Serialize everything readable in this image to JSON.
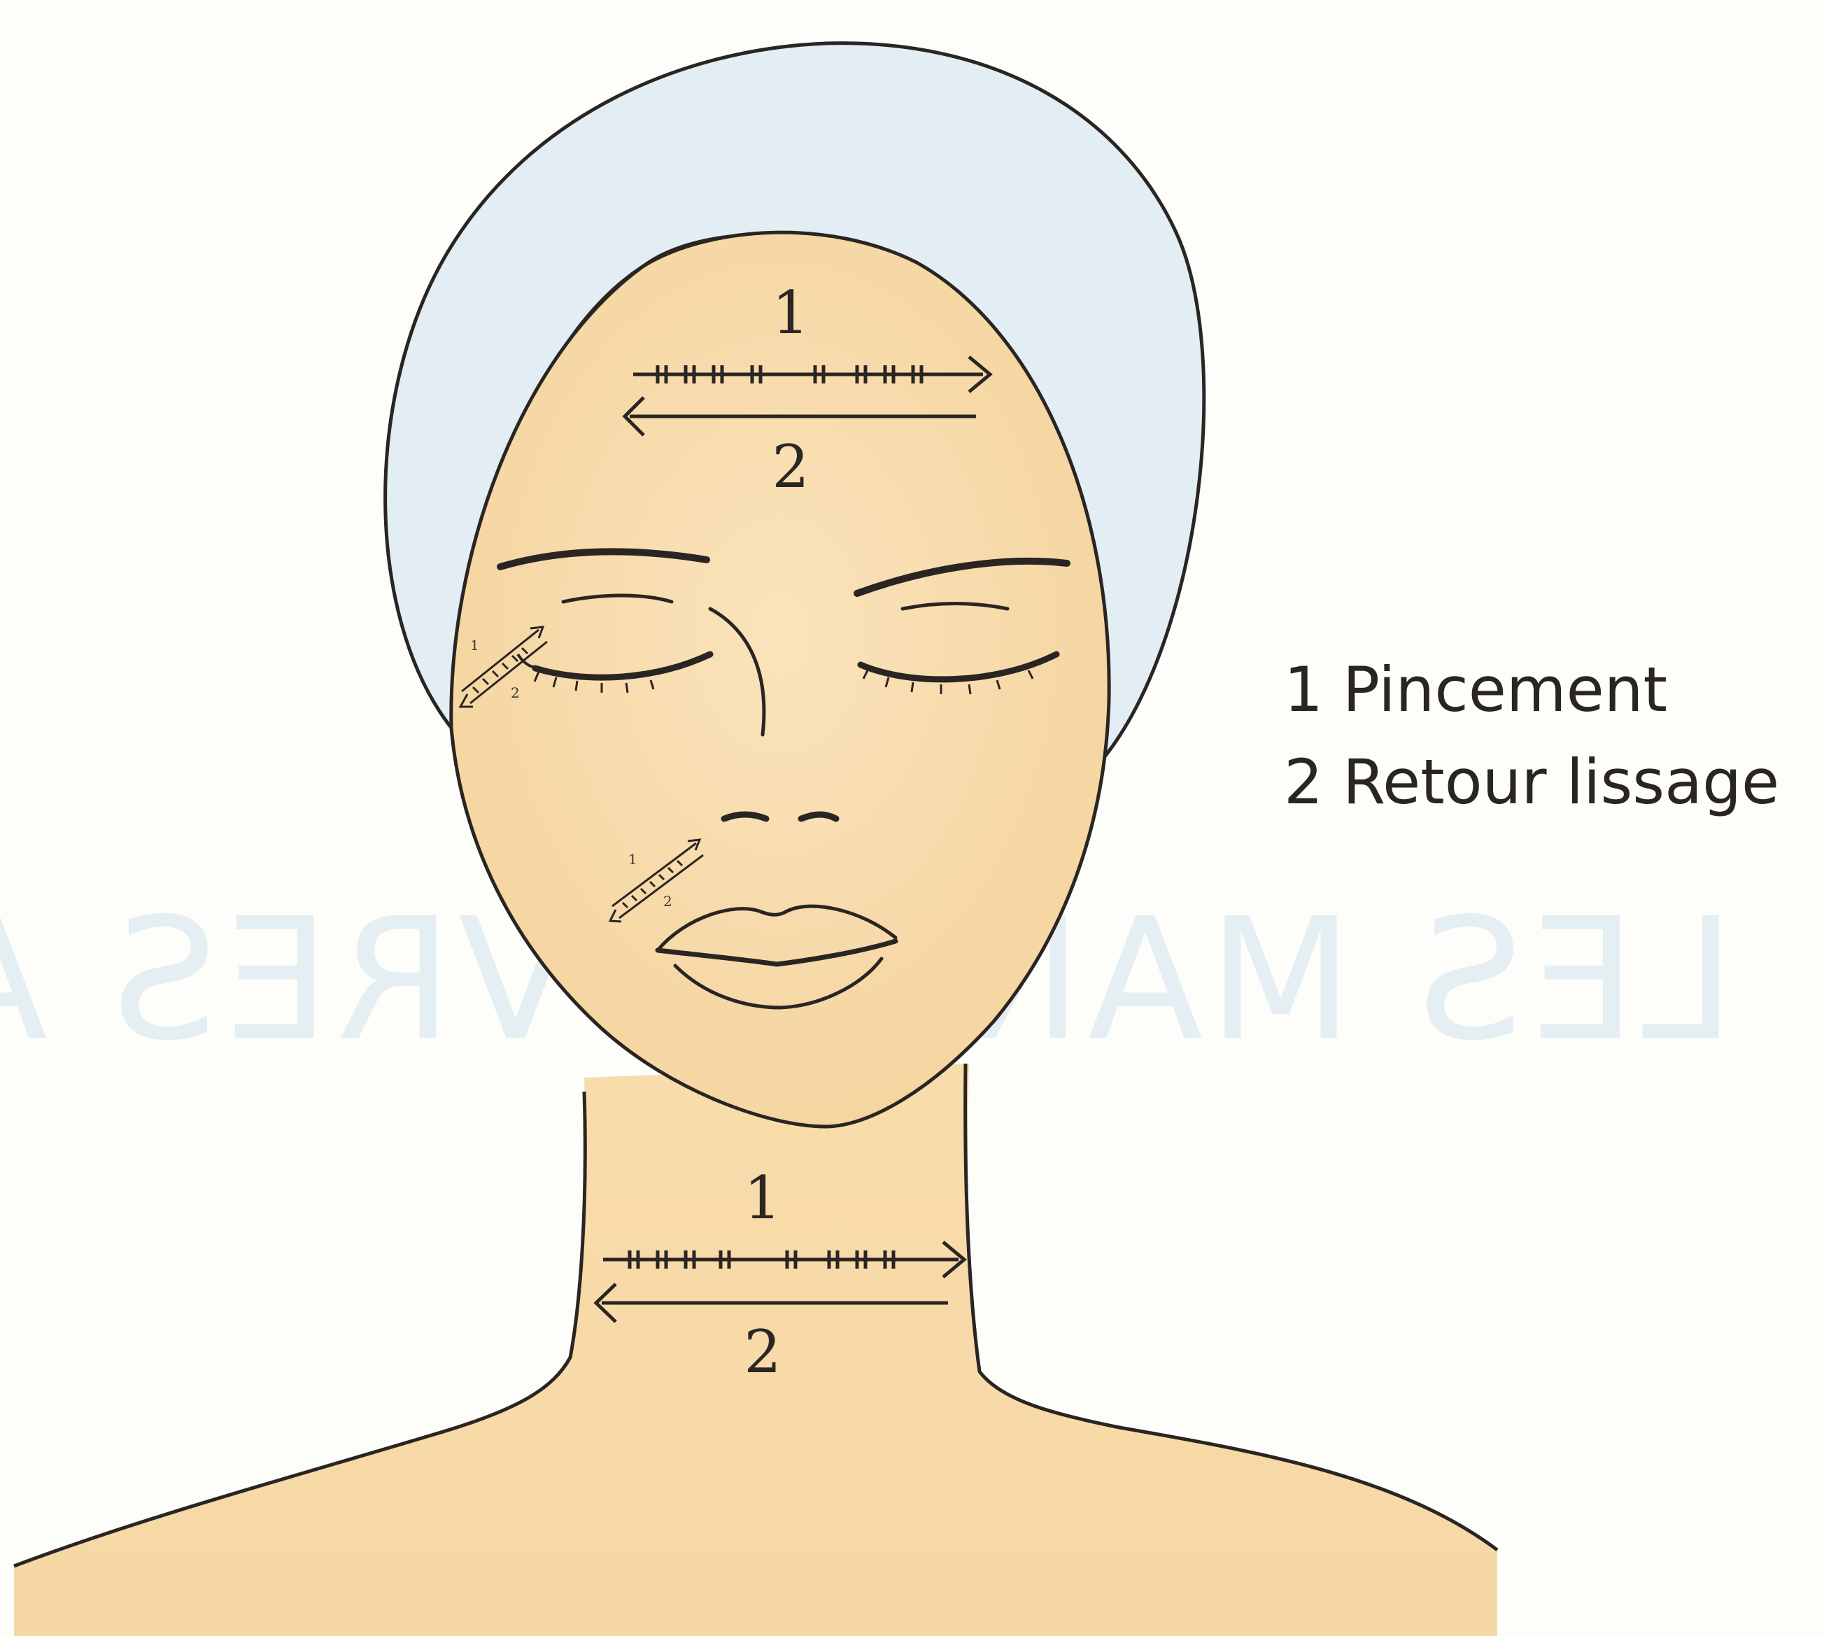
{
  "legend": {
    "item_1": "1 Pincement",
    "item_2": "2 Retour lissage"
  },
  "forehead_arrows": {
    "upper_label": "1",
    "lower_label": "2"
  },
  "eye_arrows": {
    "upper_label": "1",
    "lower_label": "2"
  },
  "nasolabial_arrows": {
    "upper_label": "1",
    "lower_label": "2"
  },
  "neck_arrows": {
    "upper_label": "1",
    "lower_label": "2"
  },
  "watermark": "LES MANOEUVRES ANTIRIDES",
  "colors": {
    "skin": "#f7d9a6",
    "skin_light": "#fbe7c3",
    "cap": "#e3eef4",
    "outline": "#2a2523",
    "background": "#fdfdf9"
  }
}
